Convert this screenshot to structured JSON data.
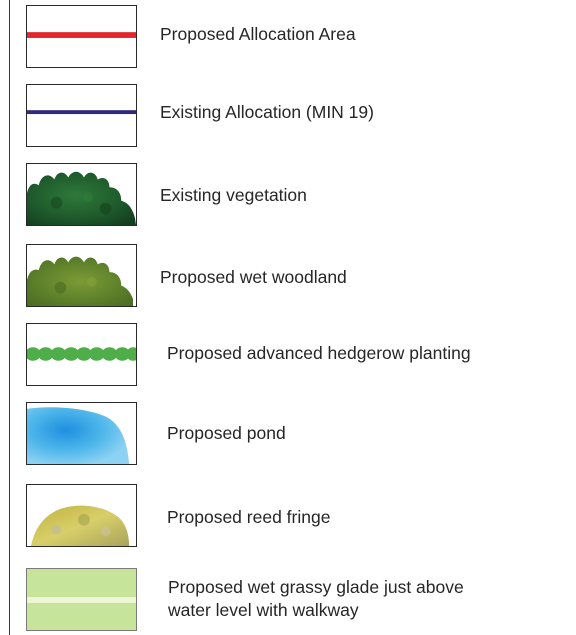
{
  "legend": {
    "items": [
      {
        "key": "allocation-area",
        "label": "Proposed Allocation Area",
        "color": "#e3262b"
      },
      {
        "key": "existing-allocation",
        "label": "Existing Allocation (MIN 19)",
        "color": "#2f2a7d"
      },
      {
        "key": "existing-vegetation",
        "label": "Existing vegetation",
        "color": "#1f5a2c"
      },
      {
        "key": "wet-woodland",
        "label": "Proposed wet woodland",
        "color": "#5b7f2a"
      },
      {
        "key": "hedgerow",
        "label": "Proposed advanced hedgerow planting",
        "color": "#4fae4a"
      },
      {
        "key": "pond",
        "label": "Proposed pond",
        "color": "#4db6ea"
      },
      {
        "key": "reed-fringe",
        "label": "Proposed reed fringe",
        "color": "#c9bd4a"
      },
      {
        "key": "grassy-glade",
        "label": "Proposed wet grassy glade just above",
        "label2": "water level with walkway",
        "color": "#c6e59a"
      }
    ]
  }
}
